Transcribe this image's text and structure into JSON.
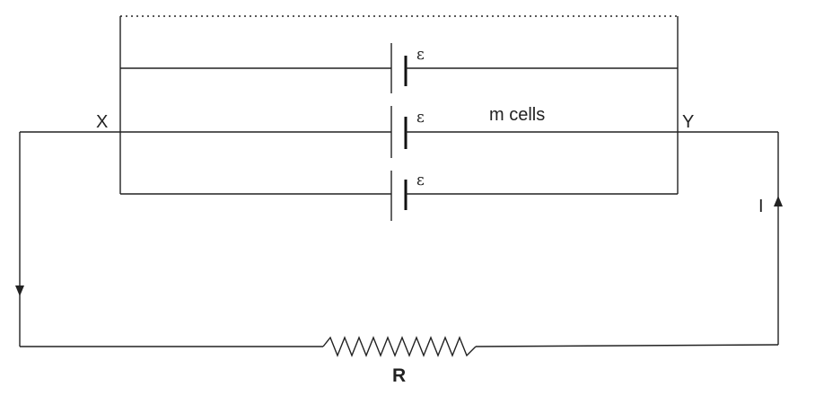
{
  "labels": {
    "node_left": "X",
    "node_right": "Y",
    "cell_count": "m cells",
    "current": "I",
    "resistor": "R"
  },
  "cells": [
    {
      "emf": "ε"
    },
    {
      "emf": "ε"
    },
    {
      "emf": "ε"
    }
  ]
}
